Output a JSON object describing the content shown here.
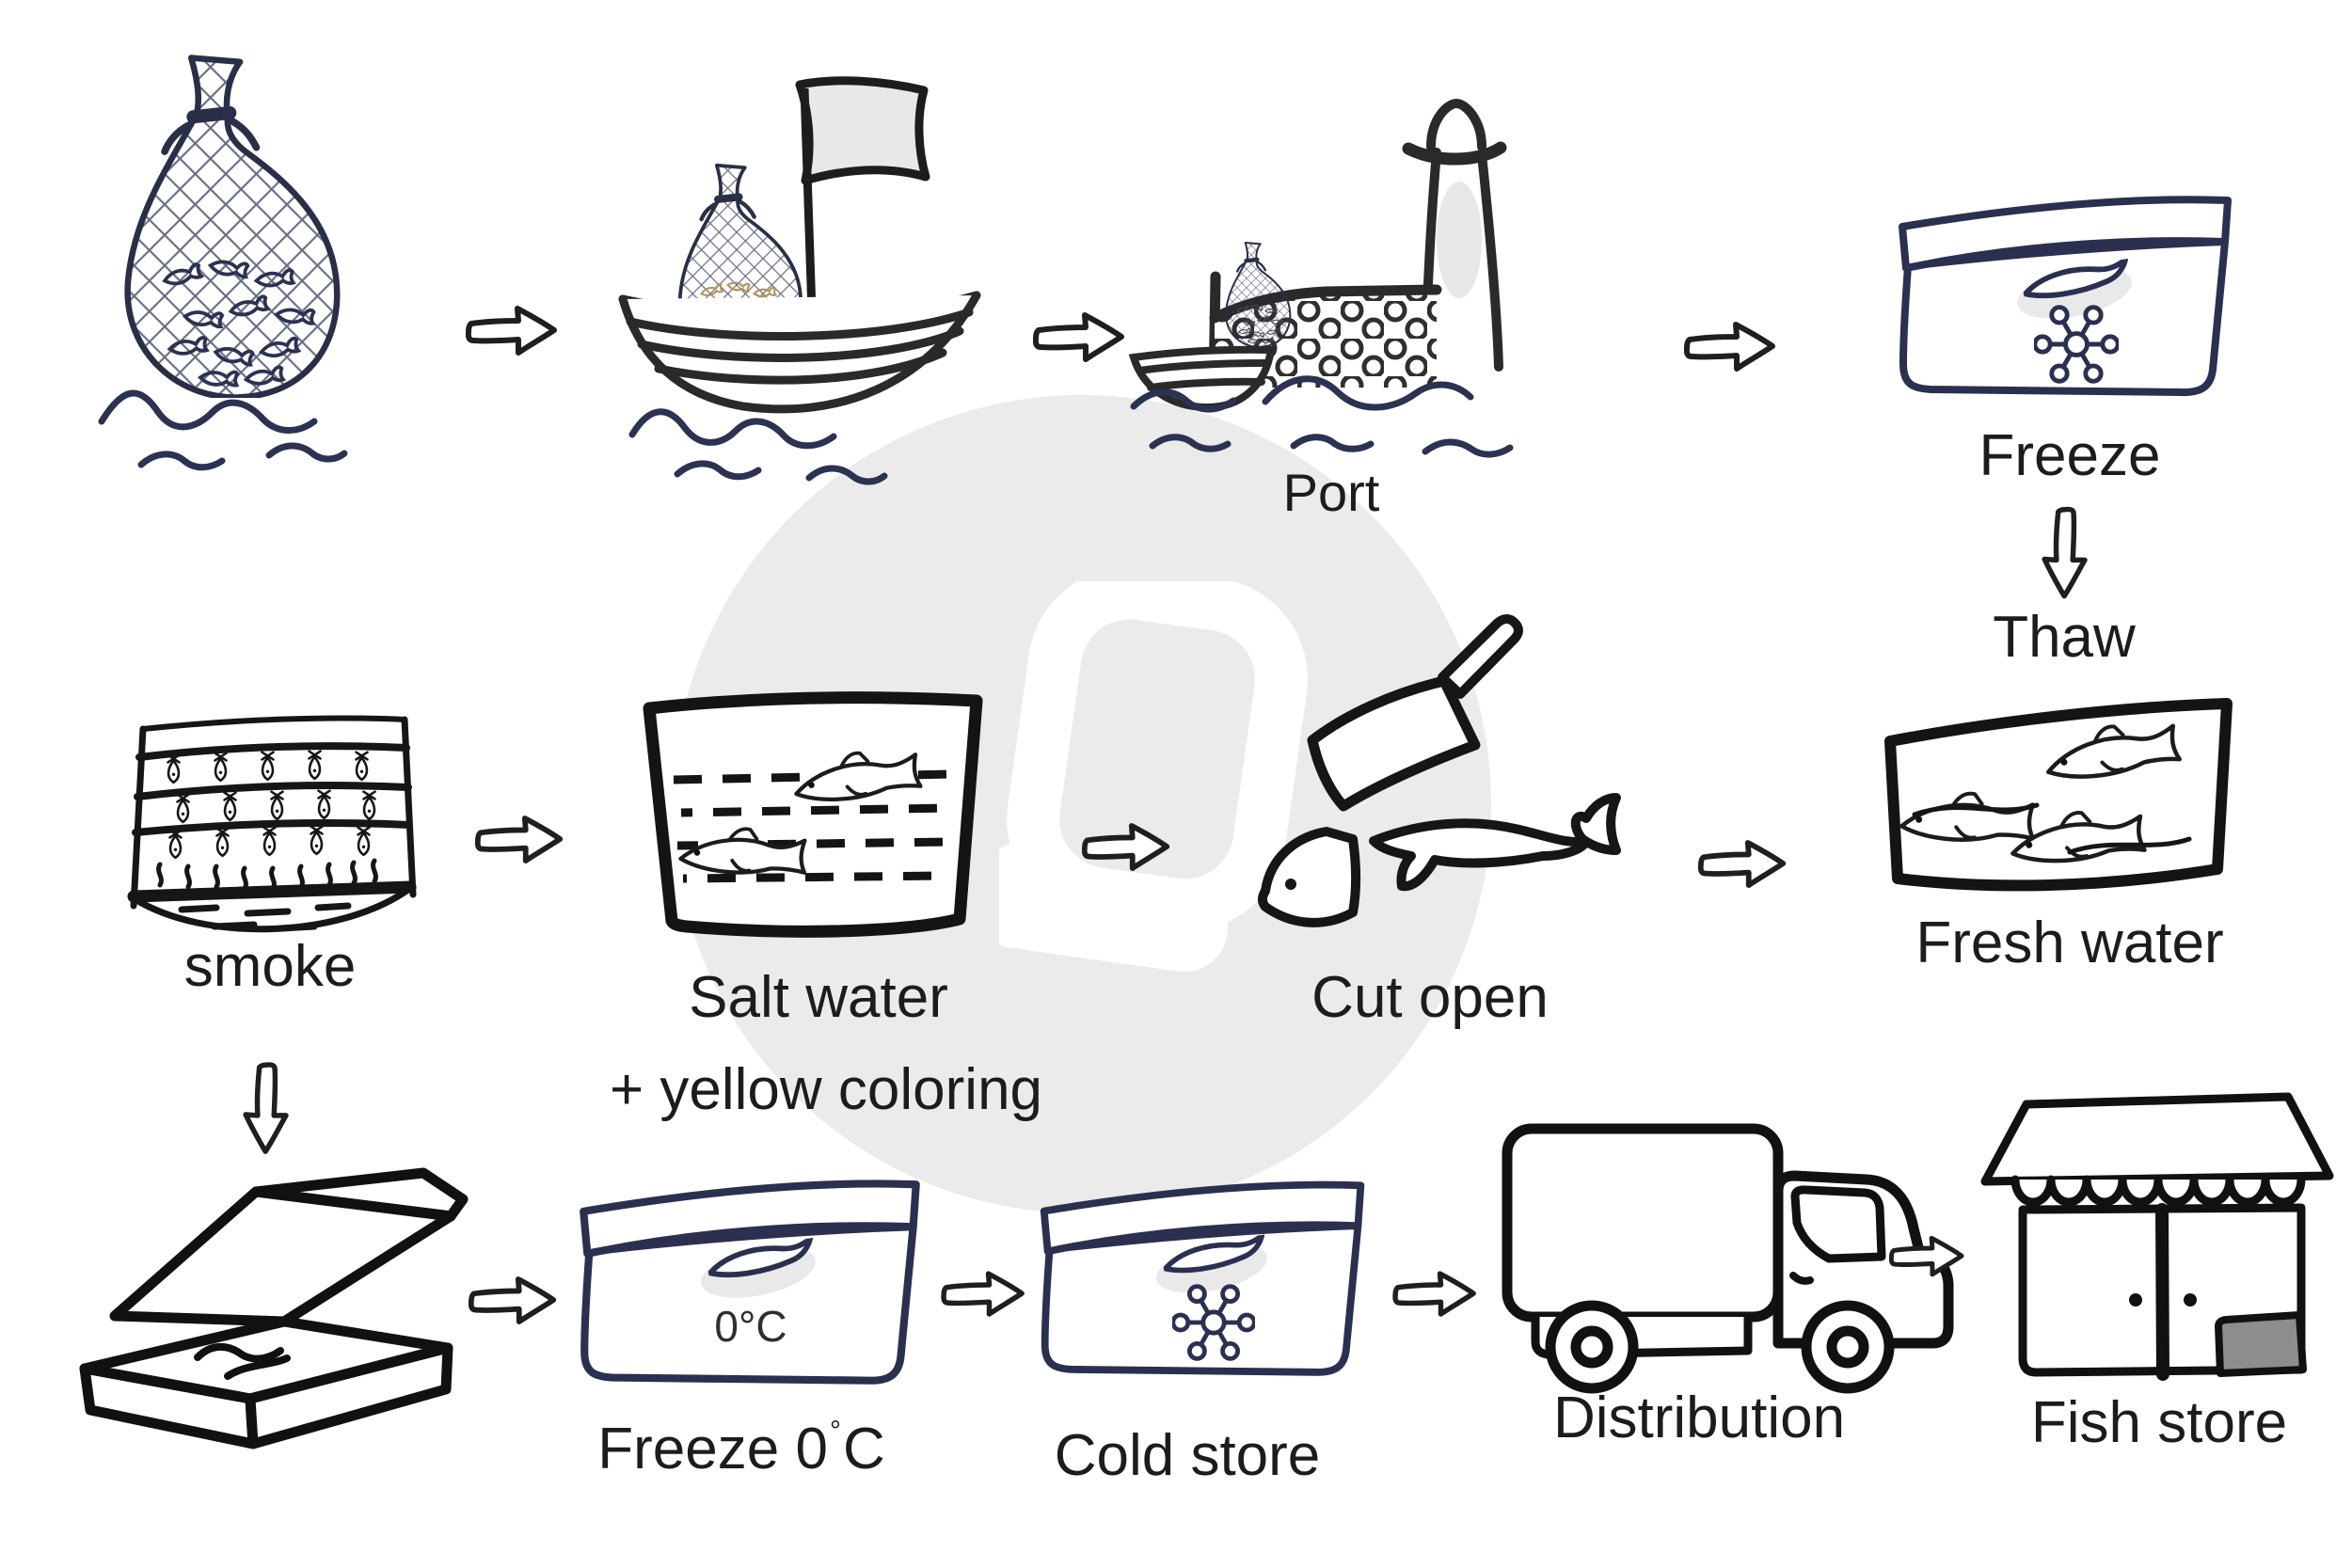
{
  "diagram": {
    "type": "process-flow",
    "subject": "smoked fish production chain",
    "flow": {
      "row1": [
        "fishing-net",
        "fishing-boat",
        "port",
        "freeze"
      ],
      "freeze_to_thaw": "down-arrow",
      "row2": [
        "smoke-house",
        "salt-water-tank",
        "cut-open",
        "fresh-water-tray"
      ],
      "smoke_to_packing": "down-arrow",
      "row3": [
        "packing-box",
        "freeze-0c-box",
        "cold-store-box",
        "distribution-truck",
        "fish-store"
      ]
    },
    "arrow_style": "outlined hand-drawn right arrows between steps"
  },
  "labels": {
    "port": "Port",
    "freeze": "Freeze",
    "thaw": "Thaw",
    "smoke": "smoke",
    "salt_water_line1": "Salt water",
    "salt_water_line2": "+ yellow coloring",
    "cut_open": "Cut open",
    "fresh_water": "Fresh water",
    "freeze_0c_prefix": "Freeze 0",
    "freeze_0c_degree": "°",
    "freeze_0c_unit": "C",
    "cold_store": "Cold store",
    "distribution": "Distribution",
    "fish_store": "Fish store"
  },
  "boxes": {
    "freeze0": {
      "temp": "0°C"
    }
  },
  "icons": [
    "fishing-net-icon",
    "fishing-boat-icon",
    "port-icon",
    "freezer-box-icon",
    "smoke-house-icon",
    "salt-water-tank-icon",
    "cleaver-icon",
    "cut-fish-icon",
    "fresh-water-tray-icon",
    "packing-box-icon",
    "freeze-0c-box-icon",
    "cold-store-box-icon",
    "truck-icon",
    "fish-store-icon",
    "snowflake-icon",
    "fish-silhouette-icon",
    "right-arrow-icon",
    "down-arrow-icon",
    "watermark-circle"
  ],
  "colors": {
    "ink_black": "#1c1c1c",
    "navy": "#2b3252",
    "box_navy": "#2b3050",
    "flag_gray": "#e8e8e8",
    "halo_gray": "#e9e9e9",
    "watermark_gray": "#ebebeb",
    "sign_gray": "#8d8d8d",
    "net_fish_tan": "#b2945a"
  }
}
